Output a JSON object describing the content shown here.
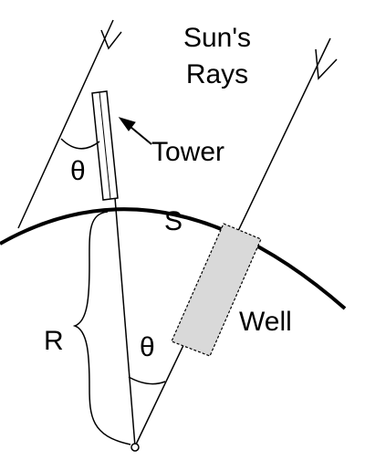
{
  "labels": {
    "suns_rays_line1": "Sun's",
    "suns_rays_line2": "Rays",
    "tower": "Tower",
    "s": "S",
    "well": "Well",
    "r": "R",
    "theta_top": "θ",
    "theta_bottom": "θ"
  },
  "colors": {
    "ink": "#000000",
    "well_fill": "#d9d9d9",
    "background": "#ffffff"
  }
}
